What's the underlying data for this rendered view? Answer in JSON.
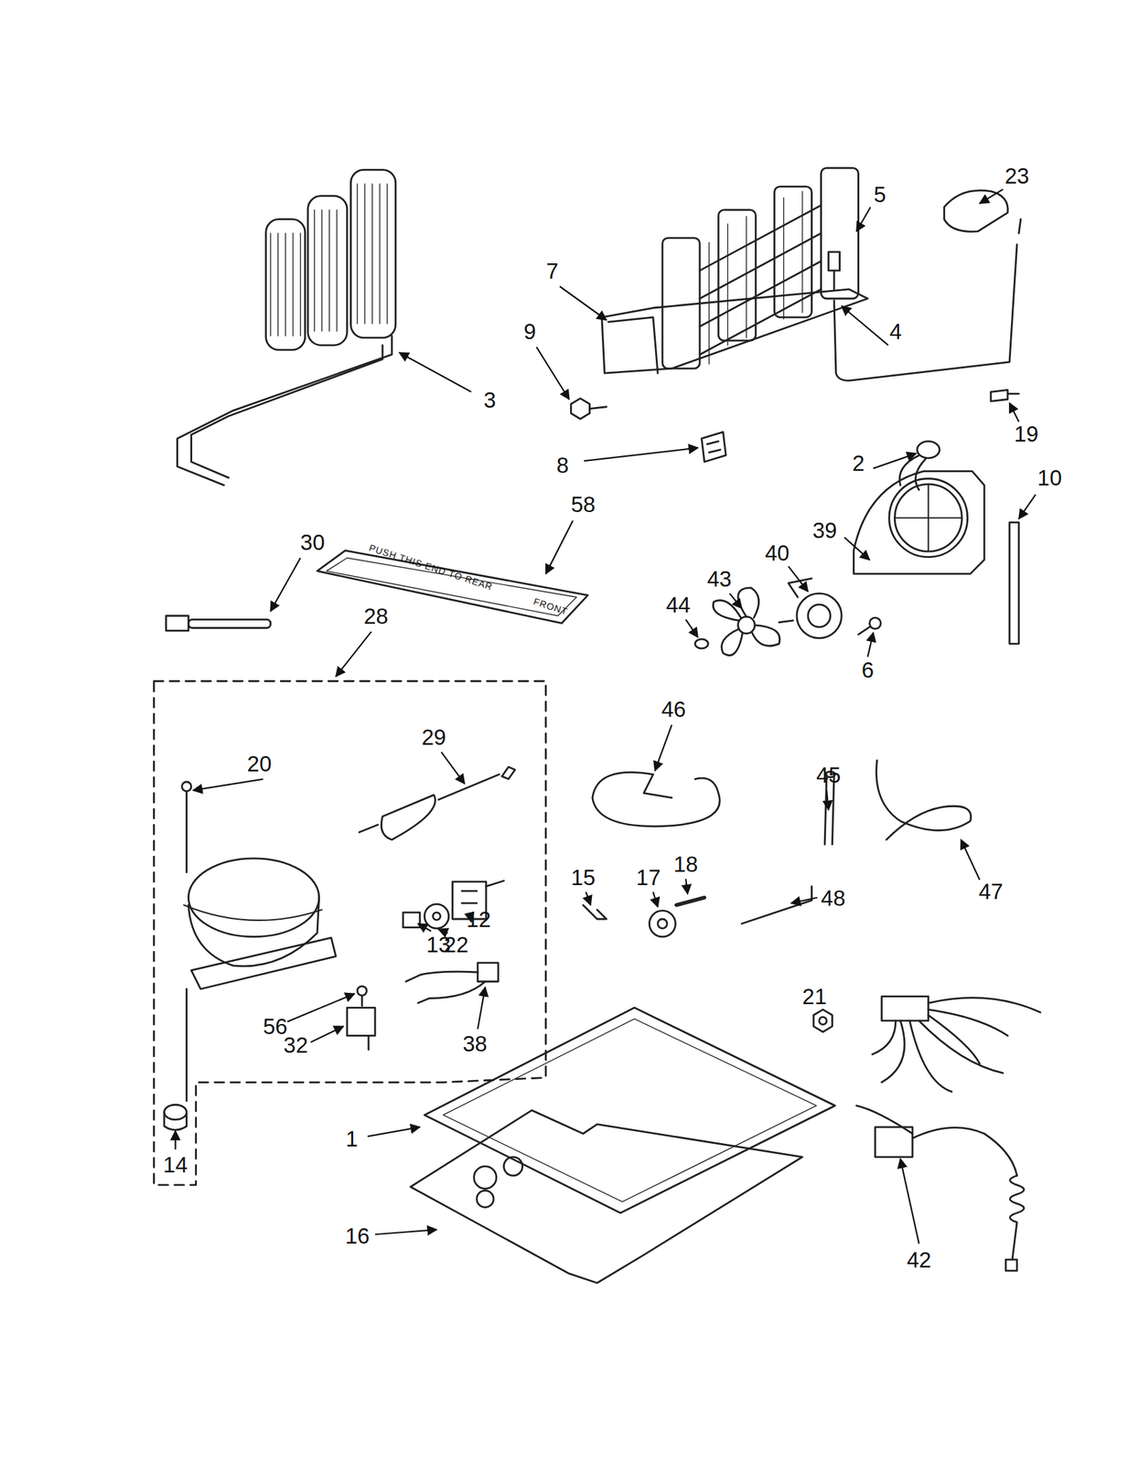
{
  "diagram": {
    "labels": [
      "23",
      "7",
      "5",
      "9",
      "4",
      "3",
      "19",
      "8",
      "2",
      "10",
      "58",
      "PUSH THIS END TO REAR",
      "FRONT",
      "30",
      "39",
      "40",
      "28",
      "43",
      "44",
      "6",
      "46",
      "29",
      "20",
      "45",
      "15",
      "17",
      "18",
      "48",
      "47",
      "12",
      "13",
      "22",
      "21",
      "56",
      "32",
      "38",
      "1",
      "14",
      "16",
      "42"
    ]
  }
}
